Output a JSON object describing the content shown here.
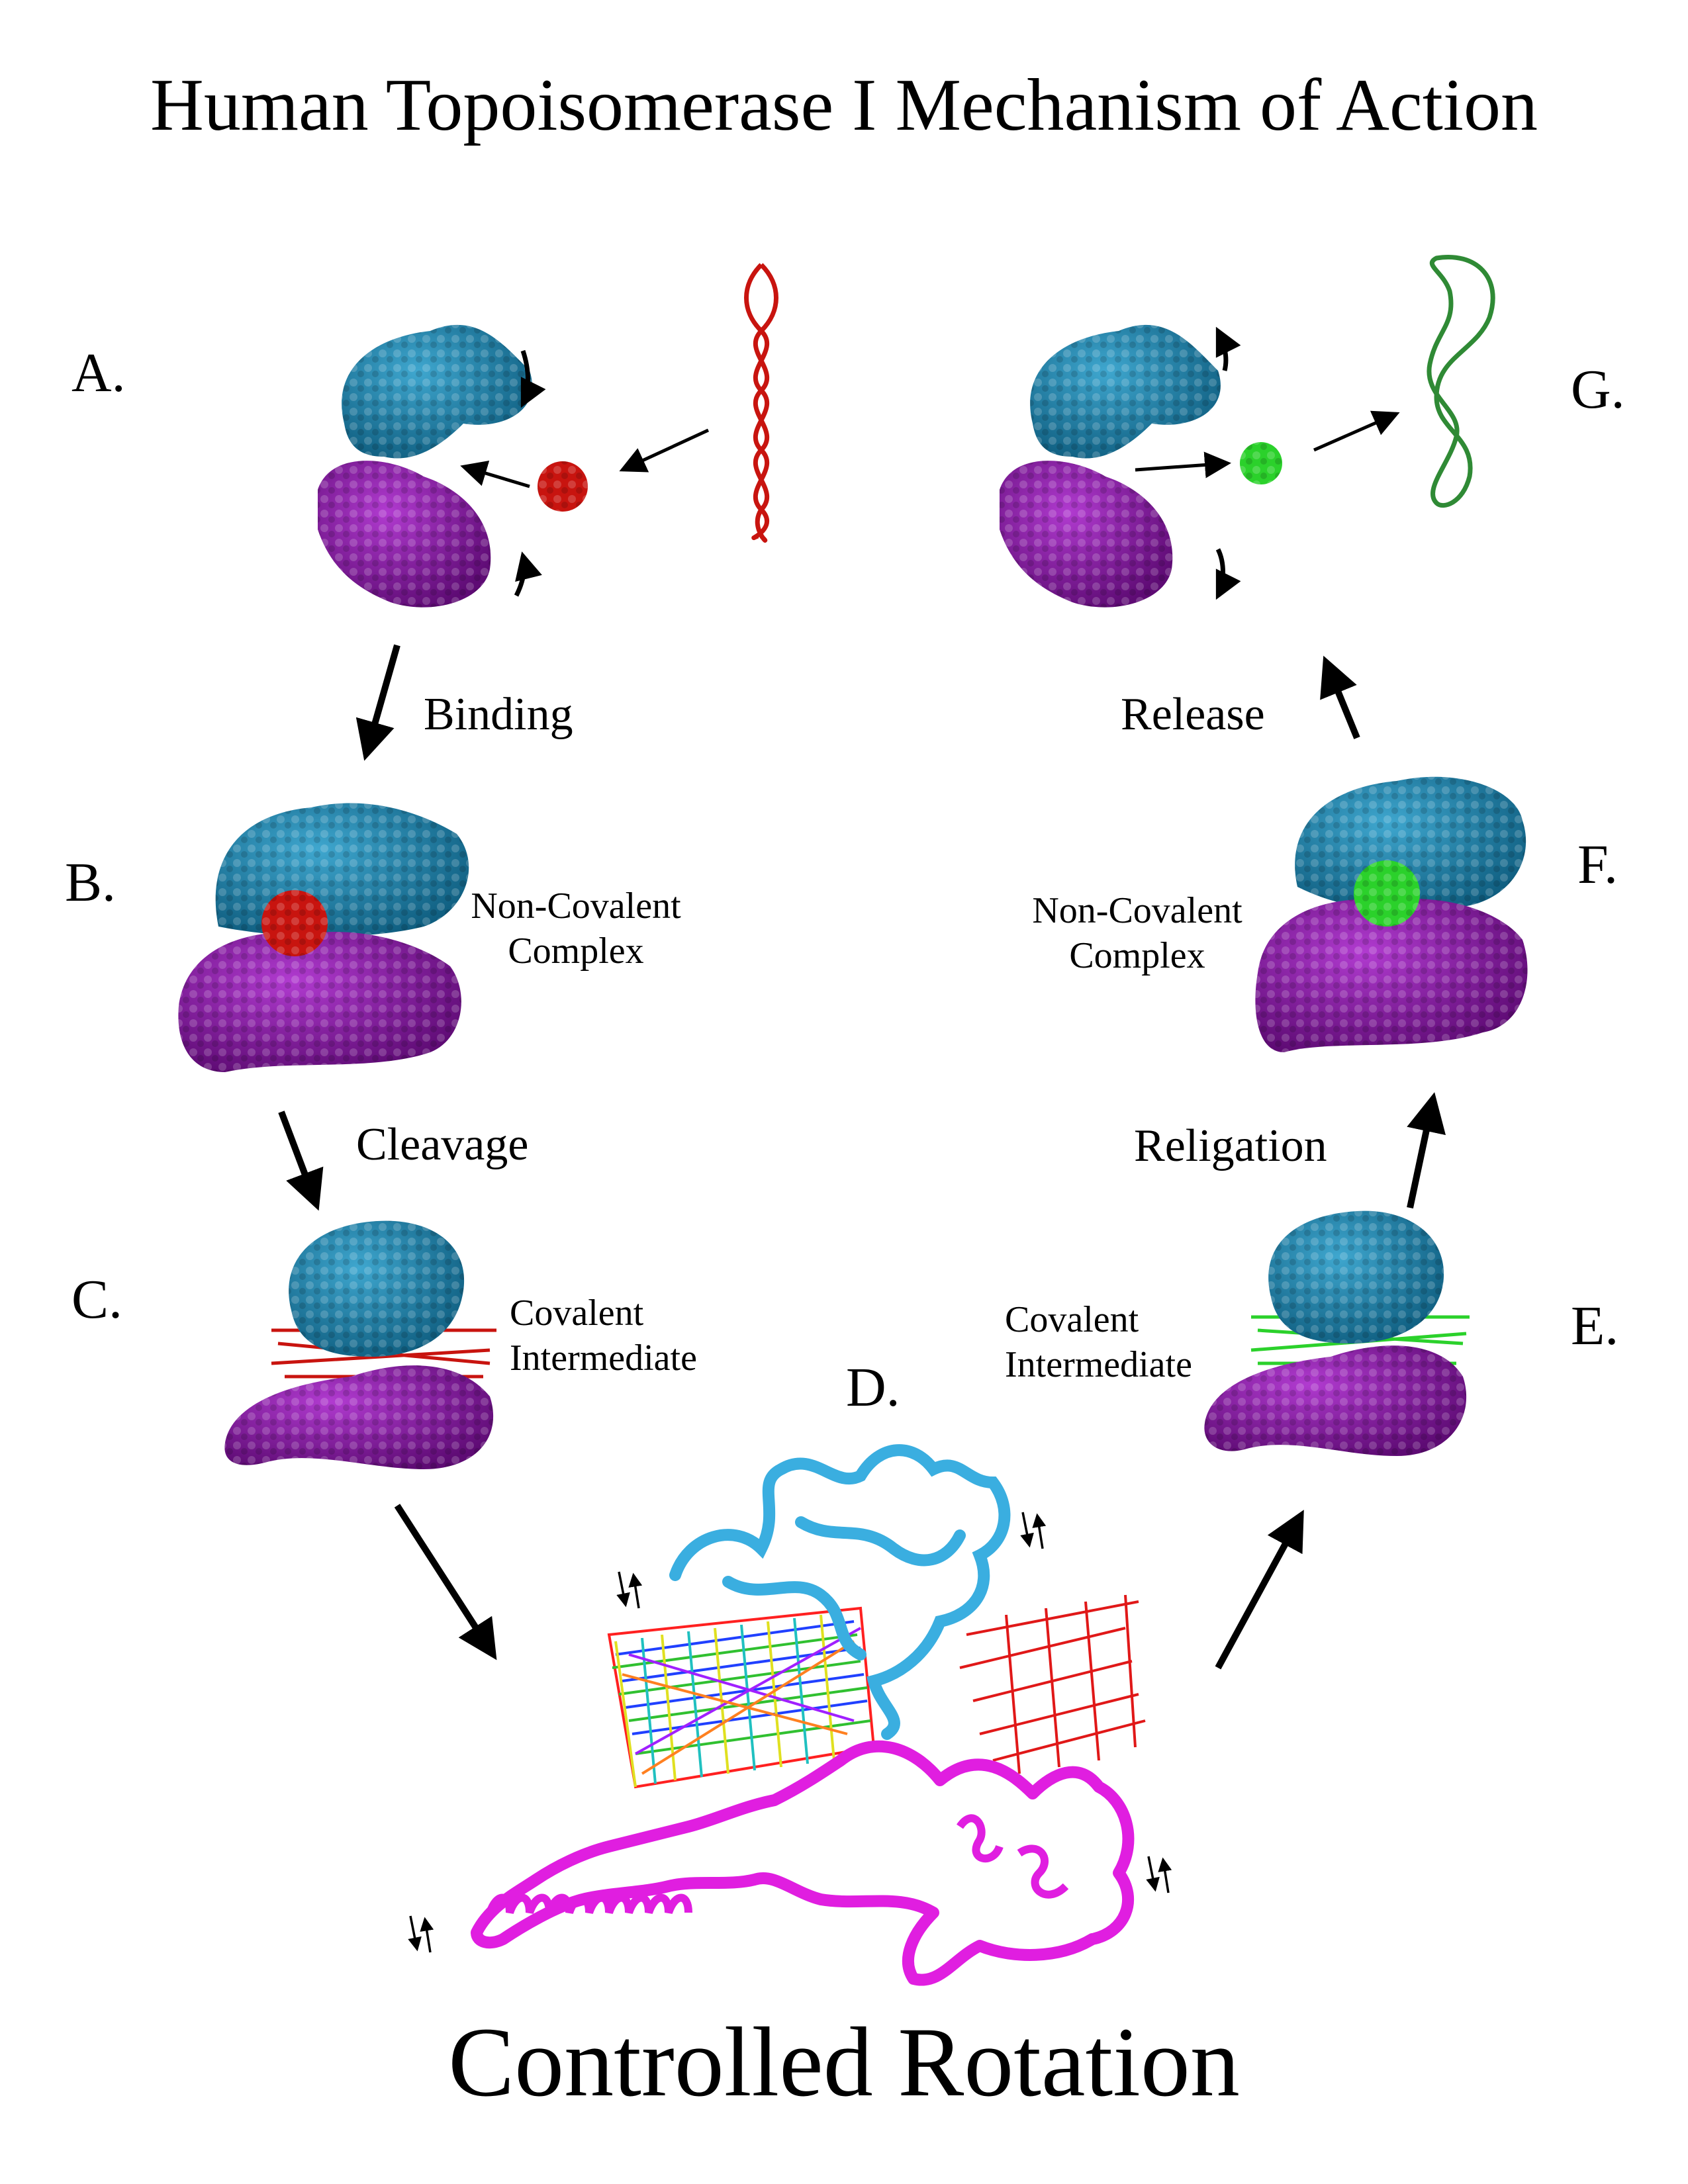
{
  "title": "Human Topoisomerase I Mechanism of Action",
  "panels": {
    "a": "A.",
    "b": "B.",
    "c": "C.",
    "d": "D.",
    "e": "E.",
    "f": "F.",
    "g": "G."
  },
  "steps": {
    "binding": "Binding",
    "cleavage": "Cleavage",
    "religation": "Religation",
    "release": "Release"
  },
  "states": {
    "b_line1": "Non-Covalent",
    "b_line2": "Complex",
    "f_line1": "Non-Covalent",
    "f_line2": "Complex",
    "c_line1": "Covalent",
    "c_line2": "Intermediate",
    "e_line1": "Covalent",
    "e_line2": "Intermediate"
  },
  "bottom_label": "Controlled Rotation",
  "colors": {
    "cap_domain": "#1784ad",
    "core_domain": "#8f1aa8",
    "ribbon_cap": "#3aaee0",
    "ribbon_core": "#e01ee0",
    "dna_supercoiled": "#c8140f",
    "dna_relaxed": "#2f8a35",
    "dna_green_bound": "#2bd12b"
  }
}
